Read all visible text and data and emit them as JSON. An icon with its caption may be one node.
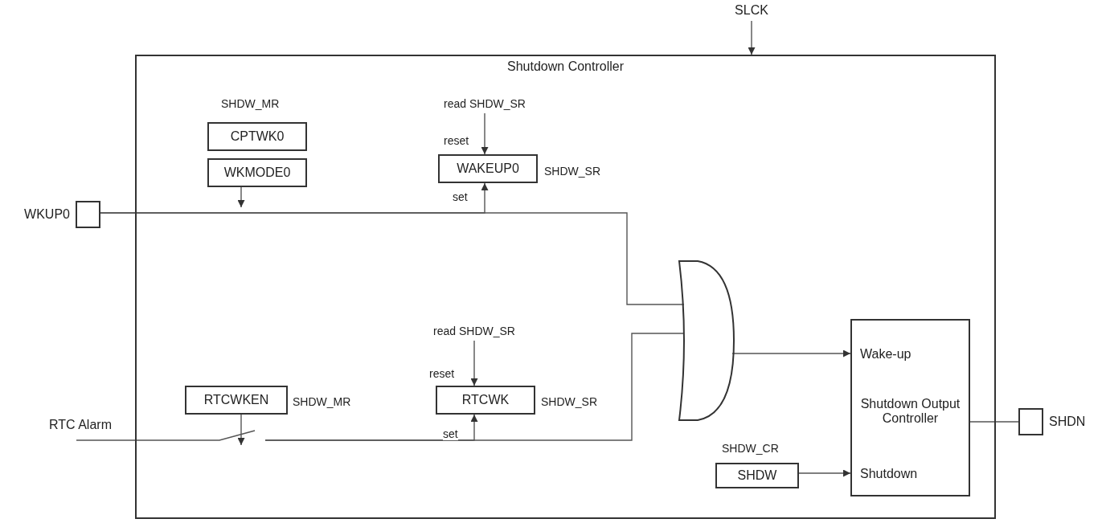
{
  "diagram": {
    "nodes": [
      {
        "text": [
          "Shutdown Controller"
        ]
      },
      {
        "text": [
          "SLCK"
        ]
      },
      {
        "text": [
          "CPTWK0"
        ],
        "in": 0
      },
      {
        "text": [
          "WKMODE0"
        ],
        "in": 0
      },
      {
        "text": [
          "WAKEUP0"
        ],
        "beside": [
          "SHDW_SR"
        ],
        "in": 0
      },
      {
        "text": [
          "WKUP0"
        ]
      },
      {
        "text": [],
        "shape": "gate",
        "in": 0
      },
      {
        "text": [
          "RTCWKEN"
        ],
        "beside": [
          "SHDW_MR"
        ],
        "in": 0
      },
      {
        "text": [
          "RTCWK"
        ],
        "beside": [
          "SHDW_SR"
        ],
        "in": 0
      },
      {
        "text": [
          "Wake-up",
          "Shutdown Output Controller",
          "Shutdown"
        ],
        "in": 0
      },
      {
        "text": [
          "SHDW"
        ],
        "beside": [
          "SHDW_CR"
        ],
        "in": 0
      },
      {
        "text": [
          "SHDN"
        ]
      },
      {
        "text": [
          "RTC Alarm"
        ]
      },
      {
        "text": [],
        "shape": "switch",
        "in": 0
      },
      {
        "text": [
          "read SHDW_SR"
        ],
        "in": 0
      },
      {
        "text": [
          "read SHDW_SR"
        ],
        "in": 0
      }
    ],
    "edges": [
      {
        "from": 1,
        "to": 0,
        "arrow": "to"
      },
      {
        "from": 5,
        "to": 6,
        "arrow": "none"
      },
      {
        "from": 5,
        "to": 4,
        "arrow": "to",
        "label": "set"
      },
      {
        "from": 3,
        "to": null,
        "arrow": "to"
      },
      {
        "from": 14,
        "to": 4,
        "arrow": "to",
        "label": "reset"
      },
      {
        "from": 12,
        "to": 13,
        "arrow": "none"
      },
      {
        "from": 7,
        "to": 13,
        "arrow": "to"
      },
      {
        "from": 13,
        "to": 8,
        "arrow": "to",
        "label": "set"
      },
      {
        "from": 13,
        "to": 6,
        "arrow": "none"
      },
      {
        "from": 15,
        "to": 8,
        "arrow": "to",
        "label": "reset"
      },
      {
        "from": 6,
        "to": 9,
        "arrow": "to"
      },
      {
        "from": 10,
        "to": 9,
        "arrow": "to"
      },
      {
        "from": 9,
        "to": 11,
        "arrow": "none"
      }
    ],
    "labels": [
      "SHDW_MR"
    ]
  }
}
